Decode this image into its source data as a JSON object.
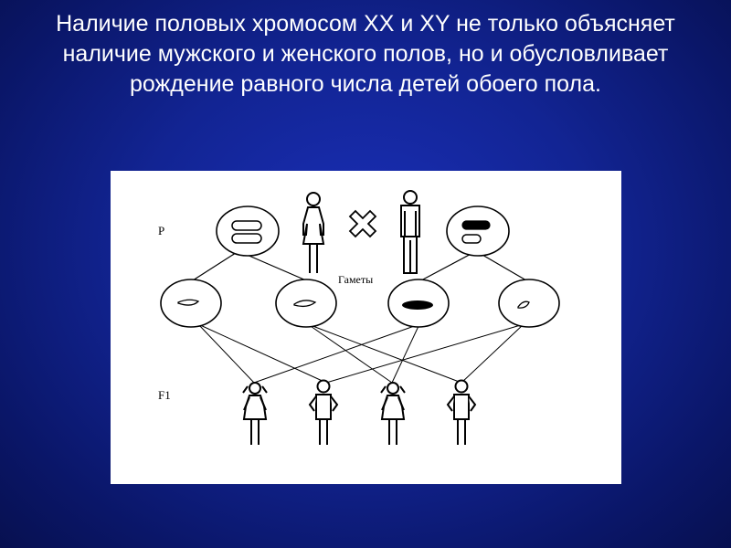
{
  "slide": {
    "title": "Наличие половых хромосом XX и XY не только объясняет наличие мужского и женского полов, но и обусловливает рождение равного числа детей обоего пола."
  },
  "diagram": {
    "parent_label": "P",
    "gametes_label": "Гаметы",
    "offspring_label": "F1",
    "colors": {
      "panel_background": "#ffffff",
      "ink": "#000000"
    }
  }
}
